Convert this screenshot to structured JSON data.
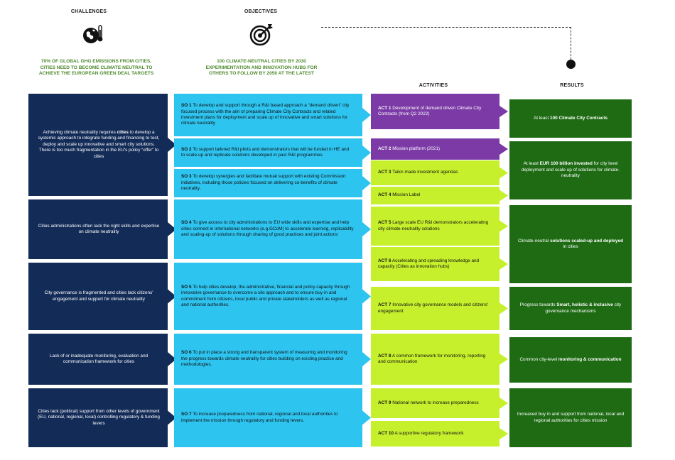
{
  "headers": {
    "challenges": "CHALLENGES",
    "objectives": "OBJECTIVES",
    "activities": "ACTIVITIES",
    "results": "RESULTS"
  },
  "notes": {
    "challenges_line1": "70% OF GLOBAL GHG EMISSIONS FROM CITIES.",
    "challenges_line2": "CITIES NEED TO BECOME CLIMATE NEUTRAL TO ACHIEVE THE EUROPEAN GREEN DEAL TARGETS",
    "objectives_line1": "100 CLIMATE-NEUTRAL CITIES BY 2030",
    "objectives_line2": "EXPERIMENTATION AND INNOVATION HUBS FOR OTHERS TO FOLLOW BY 2050 AT THE LATEST"
  },
  "colors": {
    "challenge": "#132b57",
    "objective": "#2ec4f0",
    "activity_purple": "#7b3aa6",
    "activity_lime": "#c6f02c",
    "result": "#1e6b14",
    "note_green": "#4e8a2e"
  },
  "icons": {
    "challenges": "globe-thermometer-icon",
    "objectives": "target-arrow-icon"
  },
  "challenges": [
    {
      "pre": "Achieving climate neutrality requires ",
      "bold": "cities",
      "post": " to develop a systemic approach to integrate funding and financing to test, deploy and scale up innovative and smart city solutions. There is too much fragmentation in the EU's policy “offer” to cities"
    },
    {
      "pre": "Cities administrations often lack the right skills and expertise on climate neutrality",
      "bold": "",
      "post": ""
    },
    {
      "pre": "City governance is fragmented and cities lack citizens' engagement and support for climate neutrality",
      "bold": "",
      "post": ""
    },
    {
      "pre": "Lack of or inadequate monitoring, evaluation and communication framework for cities",
      "bold": "",
      "post": ""
    },
    {
      "pre": "Cities lack (political) support from other levels of government (EU, national, regional, local) controlling regulatory & funding levers",
      "bold": "",
      "post": ""
    }
  ],
  "objectives": [
    {
      "code": "SO 1",
      "text": " To develop and support through a R&I based approach a “demand driven” city focused process with the aim of preparing  Climate City Contracts and related investment plans for deployment and scale up of innovative and smart solutions for climate neutrality"
    },
    {
      "code": "SO 2",
      "text": " To support tailored R&I pilots and demonstrators that will be funded in HE and to scale-up and replicate solutions developed in past R&I programmes."
    },
    {
      "code": "SO 3",
      "text": " To develop synergies and facilitate mutual support with existing Commission initiatives, including those policies focused on delivering co-benefits of climate neutrality."
    },
    {
      "code": "SO 4",
      "text": " To give access to city administrations to  EU wide skills and expertise and help cities connect in international  networks (e.g.GCoM) to accelerate learning, replicability and scaling-up of solutions through sharing of good practices and joint actions"
    },
    {
      "code": "SO 5",
      "text": "  To help cities develop, the administrative, financial and policy capacity through innovative governance to overcome a silo approach and to ensure buy-in and commitment from citizens, local public and private stakeholders as well as regional and national authorities."
    },
    {
      "code": "SO 6",
      "text": " To put in place a strong and transparent system of measuring and monitoring the progress towards climate neutrality for cities building on existing practice and methodologies."
    },
    {
      "code": "SO 7",
      "text": " To increase preparedness from national, regional and local authorities to implement the mission through regulatory and funding levers."
    }
  ],
  "activities": [
    {
      "code": "ACT 1",
      "text": " Development of demand driven Climate City Contracts (from Q2 2022)"
    },
    {
      "code": "ACT 2",
      "text": " Mission platform (2021)"
    },
    {
      "code": "ACT 3",
      "text": " Tailor-made investment agendas"
    },
    {
      "code": "ACT 4",
      "text": " Mission Label"
    },
    {
      "code": "ACT 5",
      "text": " Large scale EU R&I demonstrators accelerating city climate-neutrality solutions"
    },
    {
      "code": "ACT 6",
      "text": " Accelerating and spreading knowledge and capacity (Cities as innovation hubs)"
    },
    {
      "code": "ACT 7",
      "text": " Innovative city governance models and citizens' engagement"
    },
    {
      "code": "ACT 8",
      "text": " A common framework for monitoring, reporting and communication"
    },
    {
      "code": "ACT 9",
      "text": " National network to increase preparedness"
    },
    {
      "code": "ACT 10",
      "text": " A supportive regulatory framework"
    }
  ],
  "results": [
    {
      "pre": "At least ",
      "bold": "100 Climate City Contracts",
      "post": ""
    },
    {
      "pre": "At least ",
      "bold": "EUR 100 billion invested",
      "post": " for city level deployment and scale up of solutions for climate-neutrality"
    },
    {
      "pre": "Climate-neutral ",
      "bold": "solutions scaled-up and deployed",
      "post": " in cities"
    },
    {
      "pre": "Progress towards ",
      "bold": "Smart, holistic & inclusive",
      "post": " city governance mechanisms"
    },
    {
      "pre": "Common city-level ",
      "bold": "monitoring  & communication",
      "post": ""
    },
    {
      "pre": "Increased buy in and support from national, local and regional authorities for cities mission",
      "bold": "",
      "post": ""
    }
  ]
}
